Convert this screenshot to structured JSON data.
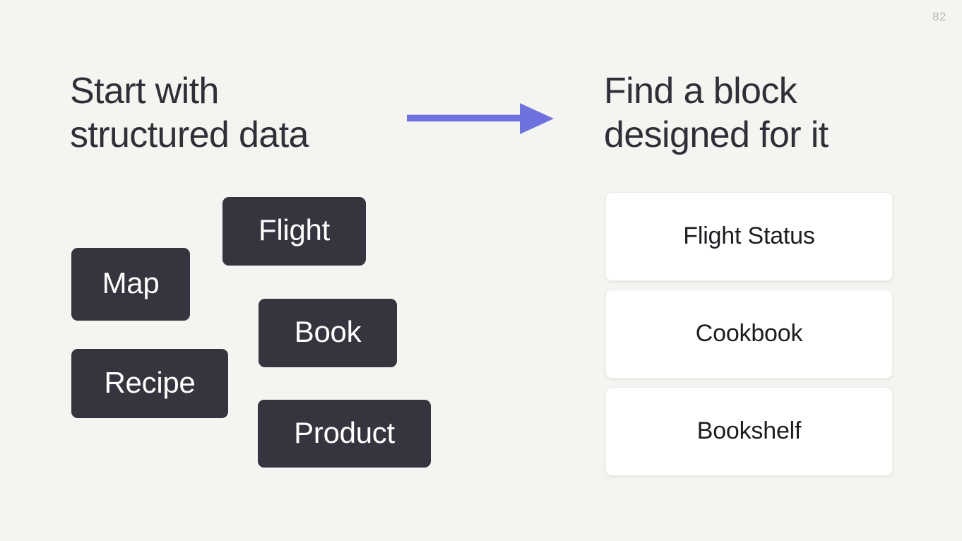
{
  "slide": {
    "page_number": "82",
    "background_color": "#f4f5f1",
    "accent_color": "#6f72de",
    "chip_color": "#35353f",
    "heading_color": "#2f2f38"
  },
  "left": {
    "heading": "Start with\nstructured data",
    "chips": [
      {
        "label": "Flight",
        "name": "chip-flight"
      },
      {
        "label": "Map",
        "name": "chip-map"
      },
      {
        "label": "Book",
        "name": "chip-book"
      },
      {
        "label": "Recipe",
        "name": "chip-recipe"
      },
      {
        "label": "Product",
        "name": "chip-product"
      }
    ]
  },
  "arrow": {
    "icon": "arrow-right-icon",
    "color": "#6f72de",
    "direction": "right"
  },
  "right": {
    "heading": "Find a block\ndesigned for it",
    "cards": [
      {
        "label": "Flight Status"
      },
      {
        "label": "Cookbook"
      },
      {
        "label": "Bookshelf"
      }
    ]
  }
}
